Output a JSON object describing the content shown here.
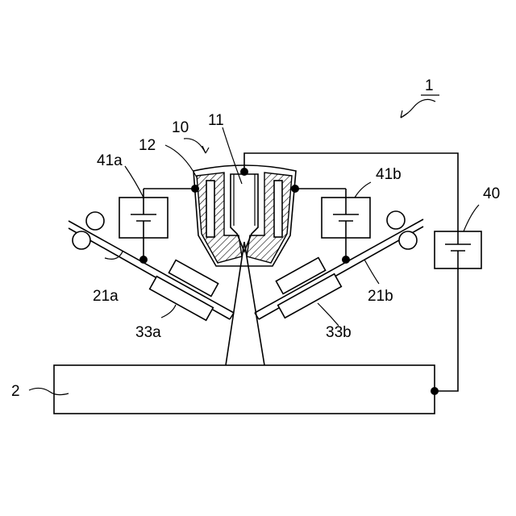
{
  "labels": {
    "apparatus": "1",
    "substrate": "2",
    "nozzle": "10",
    "nozzle_tip": "11",
    "nozzle_body": "12",
    "wire_a": "21a",
    "wire_b": "21b",
    "magnet_a": "33a",
    "magnet_b": "33b",
    "main_power": "40",
    "power_a": "41a",
    "power_b": "41b"
  },
  "colors": {
    "line": "#000000",
    "background": "#ffffff"
  }
}
